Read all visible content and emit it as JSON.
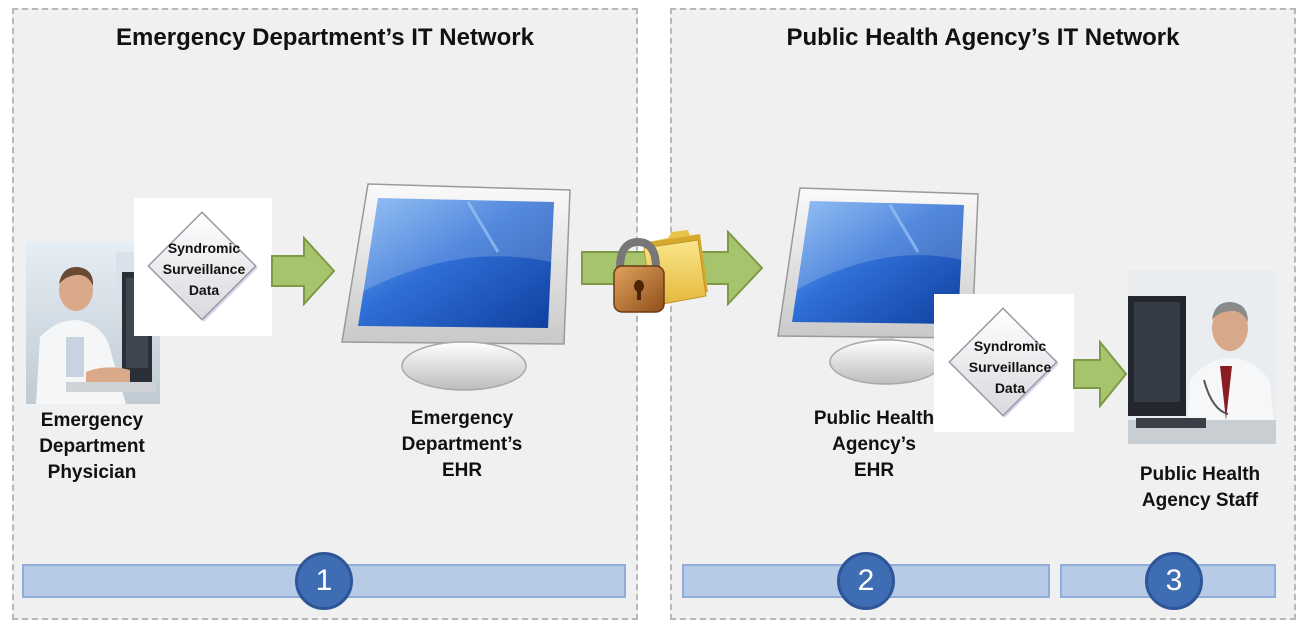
{
  "panels": {
    "left_title": "Emergency Department’s IT Network",
    "right_title": "Public Health Agency’s IT Network"
  },
  "nodes": {
    "physician_lines": [
      "Emergency",
      "Department",
      "Physician"
    ],
    "ed_ehr_lines": [
      "Emergency",
      "Department’s",
      "EHR"
    ],
    "pha_ehr_lines": [
      "Public Health",
      "Agency’s",
      "EHR"
    ],
    "staff_lines": [
      "Public Health",
      "Agency Staff"
    ]
  },
  "data_cards": {
    "card1_lines": [
      "Syndromic",
      "Surveillance",
      "Data"
    ],
    "card2_lines": [
      "Syndromic",
      "Surveillance",
      "Data"
    ]
  },
  "steps": [
    "1",
    "2",
    "3"
  ],
  "colors": {
    "panel_bg": "#f0f0f0",
    "arrow_green": "#a6c46b",
    "bar_blue": "#b7cbe6",
    "step_blue": "#3f6db3",
    "monitor_blue": "#2f6fd6"
  },
  "icons": [
    "physician-photo",
    "data-card-icon",
    "monitor-icon",
    "padlock-folder-icon",
    "staff-photo"
  ]
}
